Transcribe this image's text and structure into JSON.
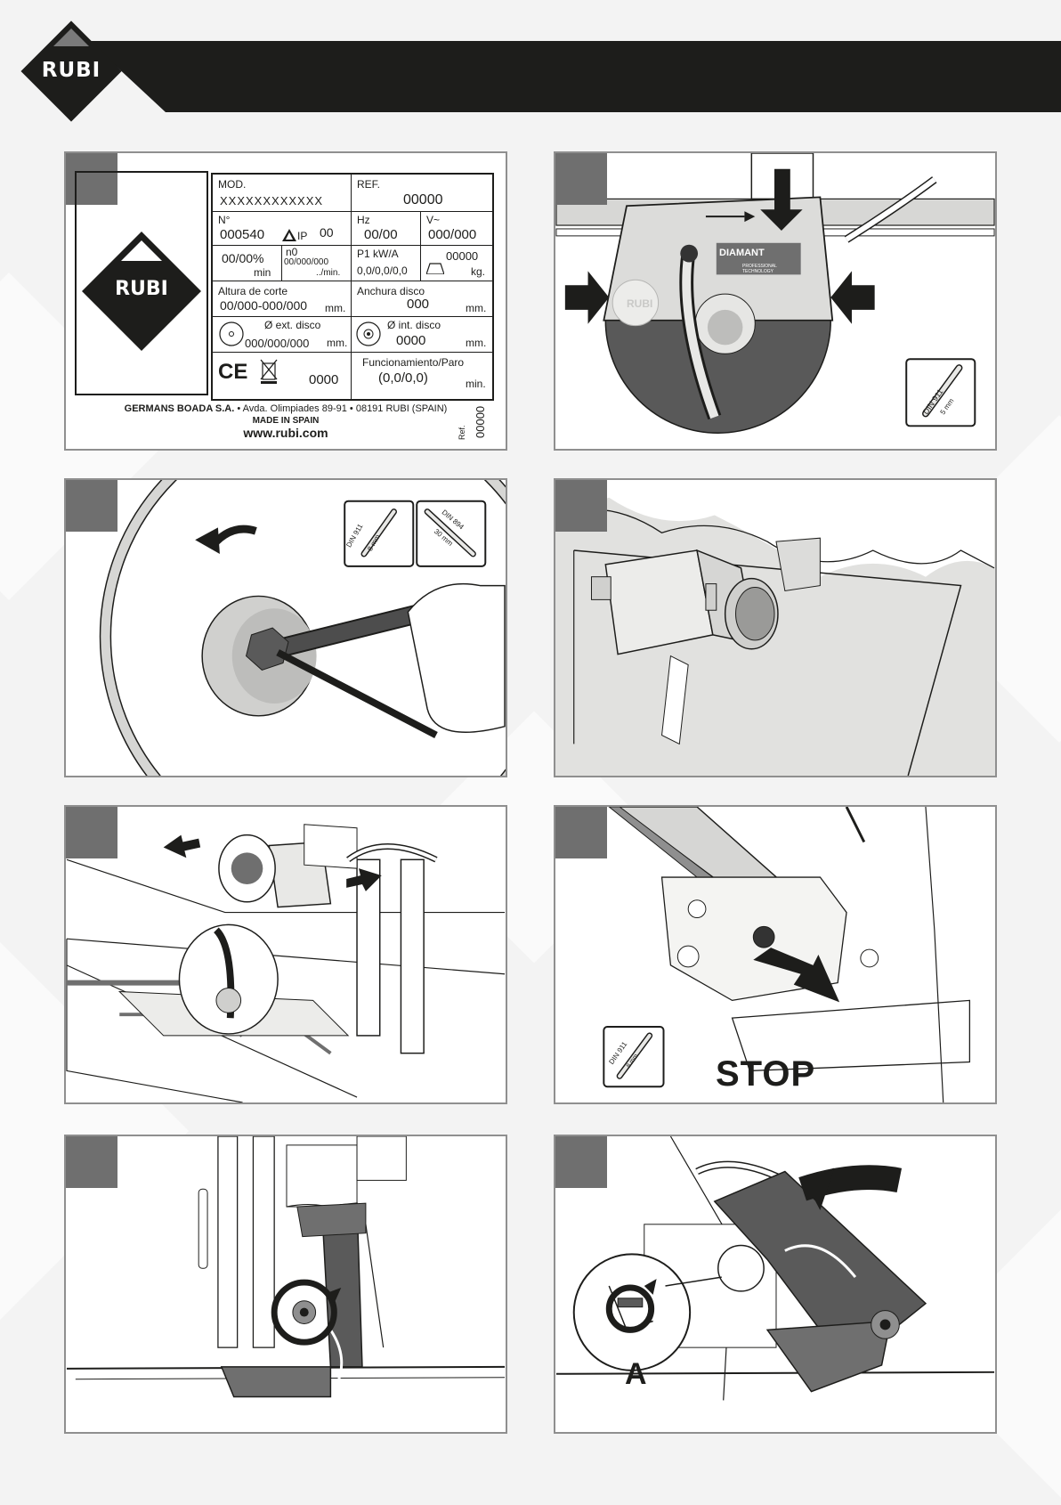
{
  "brand": {
    "logo_text": "RUBI"
  },
  "plate": {
    "logo_text": "RUBI",
    "mod_label": "MOD.",
    "mod_value": "XXXXXXXXXXXX",
    "ref_label": "REF.",
    "ref_value": "00000",
    "n_label": "N°",
    "n_value": "000540",
    "ip_label": "IP",
    "ip_value": "00",
    "hz_label": "Hz",
    "hz_value": "00/00",
    "v_label": "V~",
    "v_value": "000/000",
    "duty_value": "00/00%",
    "duty_unit": "min",
    "n0_label": "n0",
    "n0_value": "00/000/000",
    "n0_unit": "../min.",
    "p1_label": "P1 kW/A",
    "p1_value": "0,0/0,0/0,0",
    "weight_value": "00000",
    "weight_unit": "kg.",
    "cut_height_label": "Altura de corte",
    "cut_height_value": "00/000-000/000",
    "cut_height_unit": "mm.",
    "disc_width_label": "Anchura disco",
    "disc_width_value": "000",
    "disc_width_unit": "mm.",
    "ext_disc_label": "Ø ext. disco",
    "ext_disc_value": "000/000/000",
    "ext_disc_unit": "mm.",
    "int_disc_label": "Ø int. disco",
    "int_disc_value": "0000",
    "int_disc_unit": "mm.",
    "ce_mark": "CE",
    "code_value": "0000",
    "onoff_label": "Funcionamiento/Paro",
    "onoff_value": "(0,0/0,0)",
    "onoff_unit": "min.",
    "company_line_bold": "GERMANS BOADA S.A.",
    "company_line_rest": " • Avda. Olimpiades 89-91 • 08191 RUBI (SPAIN)",
    "made_in": "MADE IN SPAIN",
    "website": "www.rubi.com",
    "ref_vertical_label": "Ref.",
    "ref_vertical_value": "00000"
  },
  "panel2": {
    "guard_brand": "DIAMANT",
    "guard_sub": "PROFESSIONAL TECHNOLOGY",
    "guard_logo": "RUBI",
    "tool_standard": "DIN 911",
    "tool_size": "5 mm"
  },
  "panel3": {
    "tool1_standard": "DIN 911",
    "tool1_size": "8 mm",
    "tool2_standard": "DIN 894",
    "tool2_size": "30 mm"
  },
  "panel6": {
    "tool_standard": "DIN 911",
    "tool_size": "8 mm",
    "stop_text": "STOP"
  },
  "panel8": {
    "detail_label": "A"
  },
  "colors": {
    "dark": "#1d1d1b",
    "medium_gray": "#6f6f6f",
    "light_gray": "#e1e1df",
    "frame": "#8f8f8f"
  }
}
